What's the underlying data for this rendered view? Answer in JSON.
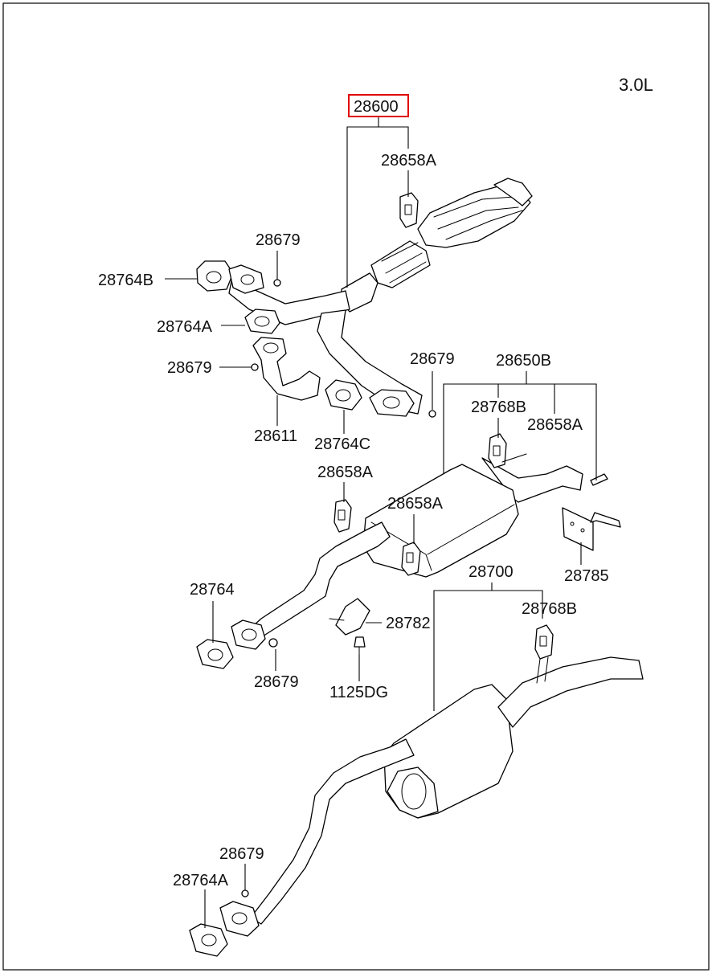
{
  "engine_label": "3.0L",
  "highlight_color": "#e00000",
  "parts": {
    "p28600": "28600",
    "p28658A_top": "28658A",
    "p28679_a": "28679",
    "p28764B": "28764B",
    "p28764A_top": "28764A",
    "p28679_b": "28679",
    "p28679_c": "28679",
    "p28650B": "28650B",
    "p28768B_top": "28768B",
    "p28658A_right": "28658A",
    "p28611": "28611",
    "p28764C": "28764C",
    "p28658A_mid_left": "28658A",
    "p28658A_mid": "28658A",
    "p28785": "28785",
    "p28700": "28700",
    "p28764": "28764",
    "p28782": "28782",
    "p28768B_bottom": "28768B",
    "p28679_d": "28679",
    "p1125DG": "1125DG",
    "p28679_e": "28679",
    "p28764A_bottom": "28764A"
  }
}
